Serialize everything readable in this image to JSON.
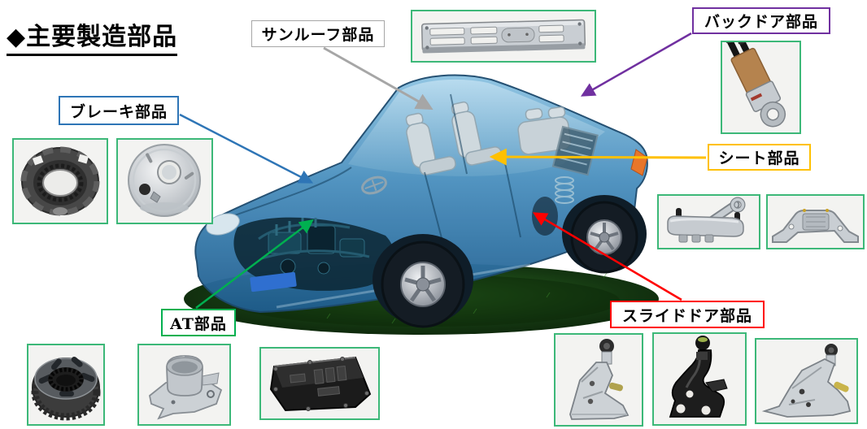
{
  "title": "◆主要製造部品",
  "callouts": {
    "sunroof": {
      "label": "サンルーフ部品",
      "accent": "#a6a6a6"
    },
    "backdoor": {
      "label": "バックドア部品",
      "accent": "#7030a0"
    },
    "brake": {
      "label": "ブレーキ部品",
      "accent": "#2e75b6"
    },
    "seat": {
      "label": "シート部品",
      "accent": "#ffc000"
    },
    "at": {
      "label": "AT部品",
      "accent": "#00b050"
    },
    "slidedoor": {
      "label": "スライドドア部品",
      "accent": "#ff0000"
    }
  },
  "part_boxes": {
    "border_color": "#3cb878",
    "background": "#f3f3f1",
    "groups": {
      "sunroof": [
        "sunroof-frame"
      ],
      "backdoor": [
        "backdoor-hinge"
      ],
      "brake": [
        "brake-clutch-ring",
        "brake-booster-shell"
      ],
      "seat": [
        "seat-recliner-bracket",
        "seat-frame-bracket"
      ],
      "at": [
        "at-gear-drum",
        "at-clutch-housing",
        "at-oil-pan"
      ],
      "slidedoor": [
        "slide-door-hinge-upper",
        "slide-door-hinge-center",
        "slide-door-hinge-lower"
      ]
    }
  },
  "illustration": {
    "subject": "cutaway-car",
    "body_color": "#4a8fbe",
    "ground_color": "#1c4a16"
  }
}
